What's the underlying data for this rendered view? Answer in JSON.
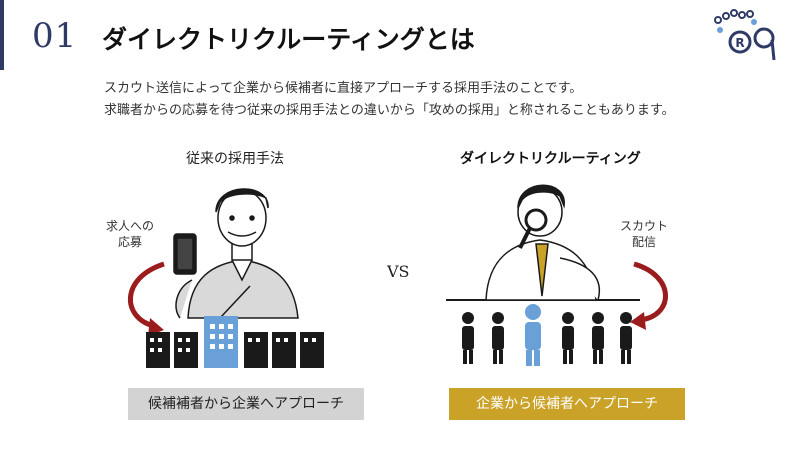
{
  "section_number": "01",
  "title": "ダイレクトリクルーティングとは",
  "intro": [
    "スカウト送信によって企業から候補者に直接アプローチする採用手法のことです。",
    "求職者からの応募を待つ従来の採用手法との違いから「攻めの採用」と称されることもあります。"
  ],
  "left": {
    "heading": "従来の採用手法",
    "side_note": [
      "求人への",
      "応募"
    ],
    "badge": "候補補者から企業へアプローチ"
  },
  "right": {
    "heading": "ダイレクトリクルーティング",
    "side_note": [
      "スカウト",
      "配信"
    ],
    "badge": "企業から候補者へアプローチ"
  },
  "vs": "VS",
  "logo_letter": "R",
  "colors": {
    "navy": "#2f3a66",
    "highlight_blue": "#6aa0d8",
    "arrow_red": "#9b1c1c",
    "gold": "#c9a227",
    "gray": "#d3d3d3"
  }
}
